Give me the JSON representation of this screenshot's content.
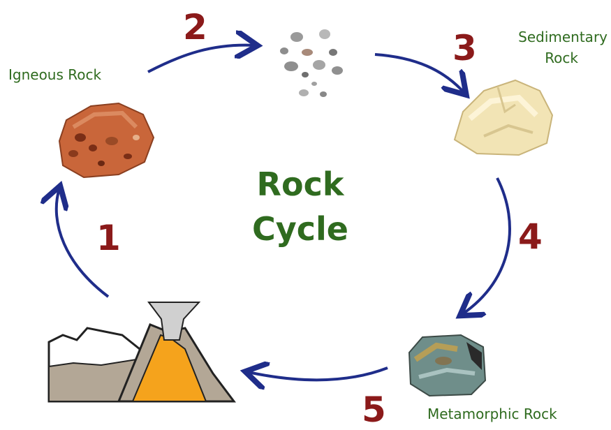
{
  "title_line1": "Rock",
  "title_line2": "Cycle",
  "labels": {
    "igneous": "Igneous Rock",
    "sedimentary_line1": "Sedimentary",
    "sedimentary_line2": "Rock",
    "metamorphic": "Metamorphic Rock"
  },
  "step_numbers": [
    "1",
    "2",
    "3",
    "4",
    "5"
  ],
  "colors": {
    "title": "#2f6b1f",
    "labels": "#2f6b1f",
    "numbers": "#8b1a1a",
    "arrows": "#1f2d8a",
    "magma": "#f5a31c"
  }
}
